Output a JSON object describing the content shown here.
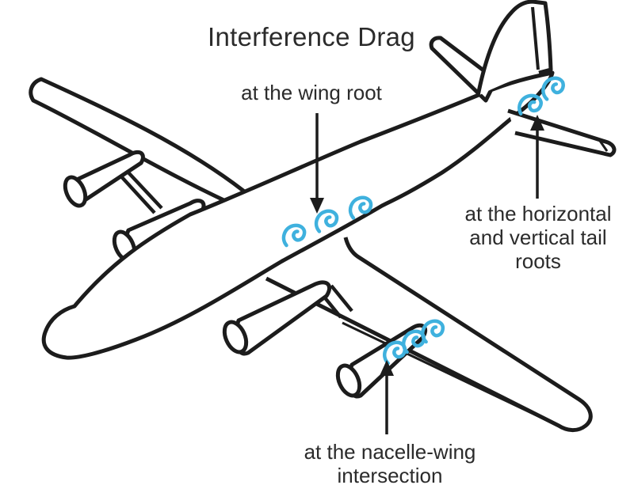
{
  "title": "Interference Drag",
  "labels": {
    "wing_root": {
      "text": "at the wing root"
    },
    "tail": {
      "lines": [
        "at the horizontal",
        "and vertical tail",
        "roots"
      ]
    },
    "nacelle": {
      "lines": [
        "at the nacelle-wing",
        "intersection"
      ]
    }
  },
  "annotations": [
    {
      "label": "at the wing root",
      "target": "wing-fuselage junction",
      "arrow_direction": "down",
      "vortex_count": 3
    },
    {
      "label": "at the horizontal and vertical tail roots",
      "target": "tail root junction",
      "arrow_direction": "up",
      "vortex_count": 2
    },
    {
      "label": "at the nacelle-wing intersection",
      "target": "outboard nacelle-wing junction",
      "arrow_direction": "up",
      "vortex_count": 3
    }
  ],
  "subject": "Four-engine airliner line drawing, isometric view",
  "colors": {
    "outline": "#1c1c1c",
    "vortex": "#3fb1de",
    "text": "#2b2b2b",
    "background": "#ffffff"
  }
}
